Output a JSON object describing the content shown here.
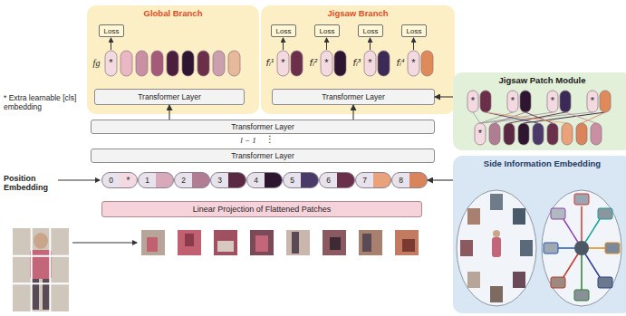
{
  "diagram": {
    "nodes": [
      {
        "text": [
          "Global Branch"
        ]
      },
      {
        "text": [
          "Loss"
        ],
        "in": 0
      },
      {
        "text": [
          "Transformer Layer"
        ],
        "in": 0
      },
      {
        "text": [
          "Jigsaw Branch"
        ]
      },
      {
        "text": [
          "Loss"
        ],
        "in": 3
      },
      {
        "text": [
          "Loss"
        ],
        "in": 3
      },
      {
        "text": [
          "Loss"
        ],
        "in": 3
      },
      {
        "text": [
          "Loss"
        ],
        "in": 3
      },
      {
        "text": [
          "Transformer Layer"
        ],
        "in": 3
      },
      {
        "text": [
          "Jigsaw Patch Module"
        ]
      },
      {
        "text": [
          "Transformer Layer"
        ]
      },
      {
        "text": [
          "Transformer Layer"
        ]
      },
      {
        "text": [
          "Linear Projection of Flattened Patches"
        ]
      },
      {
        "text": [
          "Side Information Embedding"
        ]
      },
      {
        "text": [
          "0",
          "*"
        ]
      },
      {
        "text": [
          "1"
        ]
      },
      {
        "text": [
          "2"
        ]
      },
      {
        "text": [
          "3"
        ]
      },
      {
        "text": [
          "4"
        ]
      },
      {
        "text": [
          "5"
        ]
      },
      {
        "text": [
          "6"
        ]
      },
      {
        "text": [
          "7"
        ]
      },
      {
        "text": [
          "8"
        ]
      }
    ],
    "edges": [
      {
        "from": 10,
        "to": 2,
        "arrow": "to"
      },
      {
        "from": 10,
        "to": 8,
        "arrow": "to"
      },
      {
        "from": 9,
        "to": 8,
        "arrow": "to"
      },
      {
        "from": 13,
        "to": 22,
        "arrow": "to"
      }
    ],
    "labels": [
      "* Extra learnable [cls] embedding",
      "Position Embedding",
      "fg",
      "fₗ¹",
      "fₗ²",
      "fₗ³",
      "fₗ⁴",
      "l − 1",
      "⋮",
      "*",
      "*",
      "*",
      "*",
      "*",
      "*",
      "*",
      "*",
      "*",
      "*"
    ]
  }
}
